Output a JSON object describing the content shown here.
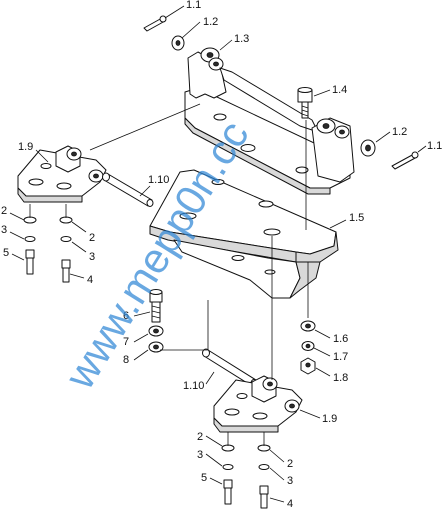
{
  "watermark": "www.mepp0n.cc",
  "labels": [
    {
      "id": "l-1-1-top",
      "text": "1.1"
    },
    {
      "id": "l-1-2-top",
      "text": "1.2"
    },
    {
      "id": "l-1-3",
      "text": "1.3"
    },
    {
      "id": "l-1-4",
      "text": "1.4"
    },
    {
      "id": "l-1-2-right",
      "text": "1.2"
    },
    {
      "id": "l-1-1-right",
      "text": "1.1"
    },
    {
      "id": "l-1-9-top",
      "text": "1.9"
    },
    {
      "id": "l-1-10-top",
      "text": "1.10"
    },
    {
      "id": "l-1-5",
      "text": "1.5"
    },
    {
      "id": "l-2-a",
      "text": "2"
    },
    {
      "id": "l-3-a",
      "text": "3"
    },
    {
      "id": "l-5-a",
      "text": "5"
    },
    {
      "id": "l-2-b",
      "text": "2"
    },
    {
      "id": "l-3-b",
      "text": "3"
    },
    {
      "id": "l-4-b",
      "text": "4"
    },
    {
      "id": "l-6",
      "text": "6"
    },
    {
      "id": "l-7",
      "text": "7"
    },
    {
      "id": "l-8",
      "text": "8"
    },
    {
      "id": "l-1-6",
      "text": "1.6"
    },
    {
      "id": "l-1-7",
      "text": "1.7"
    },
    {
      "id": "l-1-8",
      "text": "1.8"
    },
    {
      "id": "l-1-10-bottom",
      "text": "1.10"
    },
    {
      "id": "l-1-9-bottom",
      "text": "1.9"
    },
    {
      "id": "l-2-c",
      "text": "2"
    },
    {
      "id": "l-3-c",
      "text": "3"
    },
    {
      "id": "l-5-c",
      "text": "5"
    },
    {
      "id": "l-2-d",
      "text": "2"
    },
    {
      "id": "l-3-d",
      "text": "3"
    },
    {
      "id": "l-4-d",
      "text": "4"
    }
  ]
}
